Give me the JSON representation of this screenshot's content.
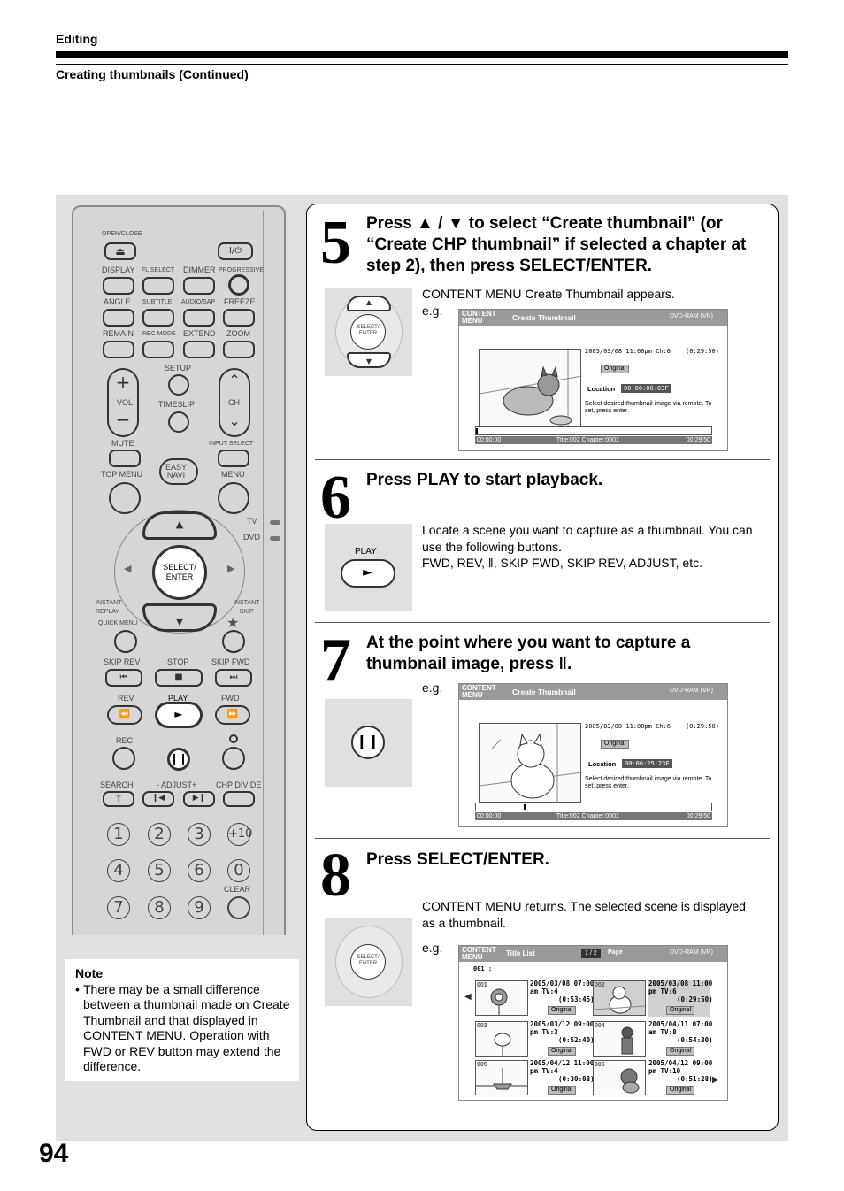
{
  "header": {
    "section": "Editing",
    "subsection": "Creating thumbnails (Continued)"
  },
  "page_number": "94",
  "remote": {
    "labels": {
      "open_close": "OPEN/CLOSE",
      "display": "DISPLAY",
      "fl_select": "FL SELECT",
      "dimmer": "DIMMER",
      "progressive": "PROGRESSIVE",
      "angle": "ANGLE",
      "subtitle": "SUBTITLE",
      "audio_sap": "AUDIO/SAP",
      "freeze": "FREEZE",
      "remain": "REMAIN",
      "rec_mode": "REC MODE",
      "extend": "EXTEND",
      "zoom": "ZOOM",
      "setup": "SETUP",
      "vol": "VOL",
      "timeslip": "TIMESLIP",
      "ch": "CH",
      "mute": "MUTE",
      "input_select": "INPUT SELECT",
      "top_menu": "TOP MENU",
      "easy_navi": "EASY\nNAVI",
      "menu": "MENU",
      "tv": "TV",
      "dvd": "DVD",
      "select_enter": "SELECT/\nENTER",
      "instant_replay": "INSTANT\nREPLAY",
      "instant_skip": "INSTANT\nSKIP",
      "quick_menu": "QUICK MENU",
      "skip_rev": "SKIP REV",
      "stop": "STOP",
      "skip_fwd": "SKIP FWD",
      "rev": "REV",
      "play": "PLAY",
      "fwd": "FWD",
      "rec": "REC",
      "search": "SEARCH",
      "adjust": "- ADJUST+",
      "chp_divide": "CHP DIVIDE",
      "t": "T",
      "clear": "CLEAR"
    },
    "numbers": [
      "1",
      "2",
      "3",
      "+10",
      "4",
      "5",
      "6",
      "0",
      "7",
      "8",
      "9"
    ]
  },
  "note": {
    "title": "Note",
    "text": "There may be a small difference between a thumbnail made on Create Thumbnail and that displayed in CONTENT MENU. Operation with FWD or REV button may extend the difference."
  },
  "steps": [
    {
      "number": "5",
      "title": "Press ▲ / ▼ to select “Create thumbnail” (or “Create CHP thumbnail” if selected a chapter at step 2), then press SELECT/ENTER.",
      "text": "CONTENT MENU Create Thumbnail appears.",
      "eg": "e.g.",
      "button_label": "SELECT/\nENTER"
    },
    {
      "number": "6",
      "title": "Press PLAY to start playback.",
      "text": "Locate a scene you want to capture as a thumbnail. You can use the following buttons.",
      "text2": "FWD, REV, ‖, SKIP FWD, SKIP REV, ADJUST, etc.",
      "button_label": "PLAY"
    },
    {
      "number": "7",
      "title": "At the point where you want to capture a thumbnail image, press ‖.",
      "eg": "e.g."
    },
    {
      "number": "8",
      "title": "Press SELECT/ENTER.",
      "text": "CONTENT MENU returns. The selected scene is displayed as a thumbnail.",
      "eg": "e.g.",
      "button_label": "SELECT/\nENTER"
    }
  ],
  "screen_create_1": {
    "logo": "CONTENT\nMENU",
    "title": "Create Thumbnail",
    "media": "DVD-RAM (VR)",
    "datetime": "2005/03/08 11:00pm  Ch:6",
    "duration": "(0:29:50)",
    "badge": "Original",
    "location_label": "Location",
    "location_value": "00:00:00:03F",
    "hint": "Select desired thumbnail image via remote. To set, press enter.",
    "tl_start": "00:00:00",
    "tl_mid": "Title:002     Chapter:0001",
    "tl_end": "00:29:50"
  },
  "screen_create_2": {
    "logo": "CONTENT\nMENU",
    "title": "Create Thumbnail",
    "media": "DVD-RAM (VR)",
    "datetime": "2005/03/08 11:00pm  Ch:6",
    "duration": "(0:29:50)",
    "badge": "Original",
    "location_label": "Location",
    "location_value": "00:06:25:23F",
    "hint": "Select desired thumbnail image via remote. To set, press enter.",
    "tl_start": "00:00:00",
    "tl_mid": "Title:002     Chapter:0001",
    "tl_end": "00:29:50"
  },
  "screen_list": {
    "logo": "CONTENT\nMENU",
    "title": "Title List",
    "page_counter": "1 / 2",
    "page_label": "Page",
    "media": "DVD-RAM (VR)",
    "header_item": "001  :",
    "items": [
      {
        "id": "001",
        "line1": "2005/03/08 07:00",
        "line2": "am  TV:4",
        "duration": "(0:53:45)",
        "badge": "Original"
      },
      {
        "id": "002",
        "line1": "2005/03/08 11:00",
        "line2": "pm  TV:6",
        "duration": "(0:29:50)",
        "badge": "Original"
      },
      {
        "id": "003",
        "line1": "2005/03/12 09:00",
        "line2": "pm  TV:3",
        "duration": "(0:52:40)",
        "badge": "Original"
      },
      {
        "id": "004",
        "line1": "2005/04/11 07:00",
        "line2": "am  TV:8",
        "duration": "(0:54:30)",
        "badge": "Original"
      },
      {
        "id": "005",
        "line1": "2005/04/12 11:00",
        "line2": "pm  TV:4",
        "duration": "(0:30:08)",
        "badge": "Original"
      },
      {
        "id": "006",
        "line1": "2005/04/12 09:00",
        "line2": "pm  TV:10",
        "duration": "(0:51:28)",
        "badge": "Original"
      }
    ]
  }
}
